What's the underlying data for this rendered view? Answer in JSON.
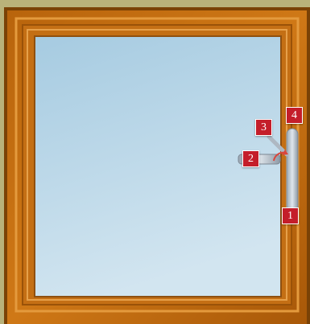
{
  "scene": {
    "description_icon": "window-frame-with-hinge-handle",
    "colors": {
      "wall": "#b9b27a",
      "frame_outer": "#8a4b08",
      "frame_mid": "#c46e12",
      "frame_inner": "#d98a2b",
      "glass_top": "#a9cde2",
      "glass_bottom": "#cfe3ef",
      "marker": "#c41e2a"
    }
  },
  "markers": [
    {
      "label": "1"
    },
    {
      "label": "2"
    },
    {
      "label": "3"
    },
    {
      "label": "4"
    }
  ]
}
